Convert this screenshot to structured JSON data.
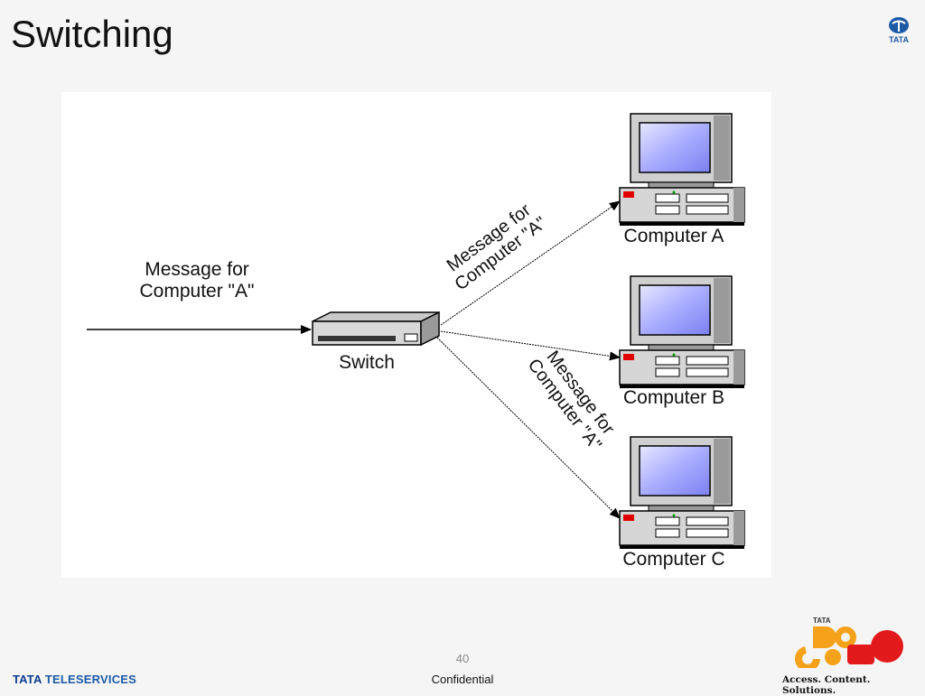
{
  "slide": {
    "title": "Switching",
    "page_number": "40",
    "confidential": "Confidential"
  },
  "diagram": {
    "incoming_message": [
      "Message for",
      "Computer \"A\""
    ],
    "switch_label": "Switch",
    "upper_arrow_message": [
      "Message for",
      "Computer \"A\""
    ],
    "lower_arrow_message": [
      "Message for",
      "Computer \"A\""
    ],
    "computers": [
      {
        "label": "Computer A"
      },
      {
        "label": "Computer B"
      },
      {
        "label": "Computer C"
      }
    ]
  },
  "branding": {
    "footer_brand_part1": "TATA",
    "footer_brand_part2": "TELESERVICES",
    "logo_top_text": "TATA",
    "tagline": "Access. Content. Solutions.",
    "colors": {
      "tata_blue": "#1c5aa6",
      "docomo_orange": "#f5a21a",
      "docomo_red": "#e3191b"
    }
  }
}
